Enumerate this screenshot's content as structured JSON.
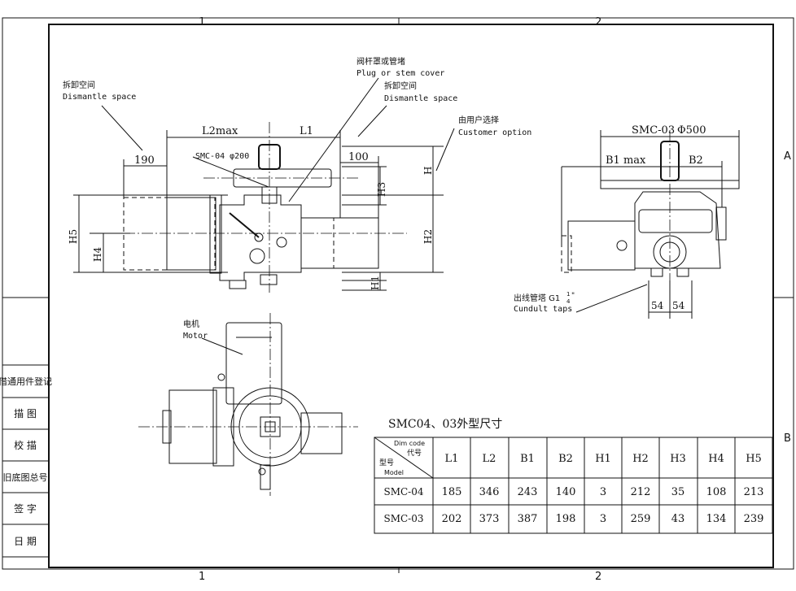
{
  "frame": {
    "zone_top": [
      "1",
      "2"
    ],
    "zone_bottom": [
      "1",
      "2"
    ],
    "zone_right": [
      "A",
      "B"
    ]
  },
  "side_panel": [
    "借通用件登记",
    "描 图",
    "校 描",
    "旧底图总号",
    "签 字",
    "日 期"
  ],
  "callouts": {
    "dismantle_left_cn": "拆卸空间",
    "dismantle_left_en": "Dismantle space",
    "stem_cover_cn": "阀杆罩或管堵",
    "stem_cover_en": "Plug or stem cover",
    "dismantle_right_cn": "拆卸空间",
    "dismantle_right_en": "Dismantle space",
    "customer_cn": "由用户选择",
    "customer_en": "Customer option",
    "motor_cn": "电机",
    "motor_en": "Motor",
    "conduit_cn": "出线管塔 G1",
    "conduit_frac_num": "1",
    "conduit_frac_den": "4",
    "conduit_quote": "\"",
    "conduit_en": "Cundult taps"
  },
  "dims": {
    "l2max": "L2max",
    "l1": "L1",
    "d190": "190",
    "smc04_handwheel": "SMC-04 φ200",
    "d100": "100",
    "h": "H",
    "h1": "H1",
    "h2": "H2",
    "h3": "H3",
    "h4": "H4",
    "h5": "H5",
    "smc03_handwheel_prefix": "SMC-03",
    "smc03_handwheel_value": "Φ500",
    "b1max": "B1 max",
    "b2": "B2",
    "d54a": "54",
    "d54b": "54"
  },
  "table": {
    "caption": "SMC04、03外型尺寸",
    "corner_top_en": "Dim code",
    "corner_top_cn": "代号",
    "corner_bottom_cn": "型号",
    "corner_bottom_en": "Model",
    "headers": [
      "L1",
      "L2",
      "B1",
      "B2",
      "H1",
      "H2",
      "H3",
      "H4",
      "H5"
    ],
    "rows": [
      {
        "model": "SMC-04",
        "values": [
          "185",
          "346",
          "243",
          "140",
          "3",
          "212",
          "35",
          "108",
          "213"
        ]
      },
      {
        "model": "SMC-03",
        "values": [
          "202",
          "373",
          "387",
          "198",
          "3",
          "259",
          "43",
          "134",
          "239"
        ]
      }
    ]
  }
}
